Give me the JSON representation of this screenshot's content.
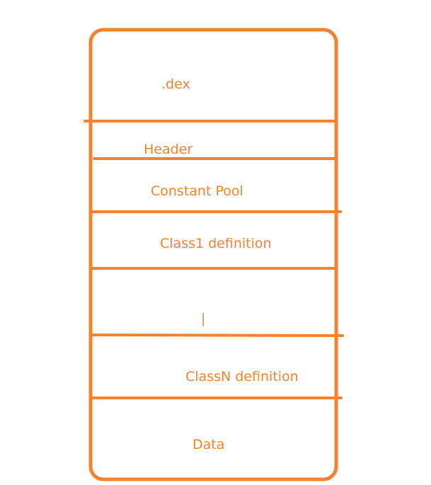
{
  "title": ".dex",
  "sections": [
    {
      "id": "header",
      "label": "Header"
    },
    {
      "id": "constant-pool",
      "label": "Constant Pool"
    },
    {
      "id": "class1",
      "label": "Class1 definition"
    },
    {
      "id": "ellipsis",
      "label": "|"
    },
    {
      "id": "classn",
      "label": "ClassN definition"
    },
    {
      "id": "data",
      "label": "Data"
    }
  ],
  "colors": {
    "stroke": "#F58231",
    "text": "#F58231",
    "background": "#FFFFFF"
  }
}
